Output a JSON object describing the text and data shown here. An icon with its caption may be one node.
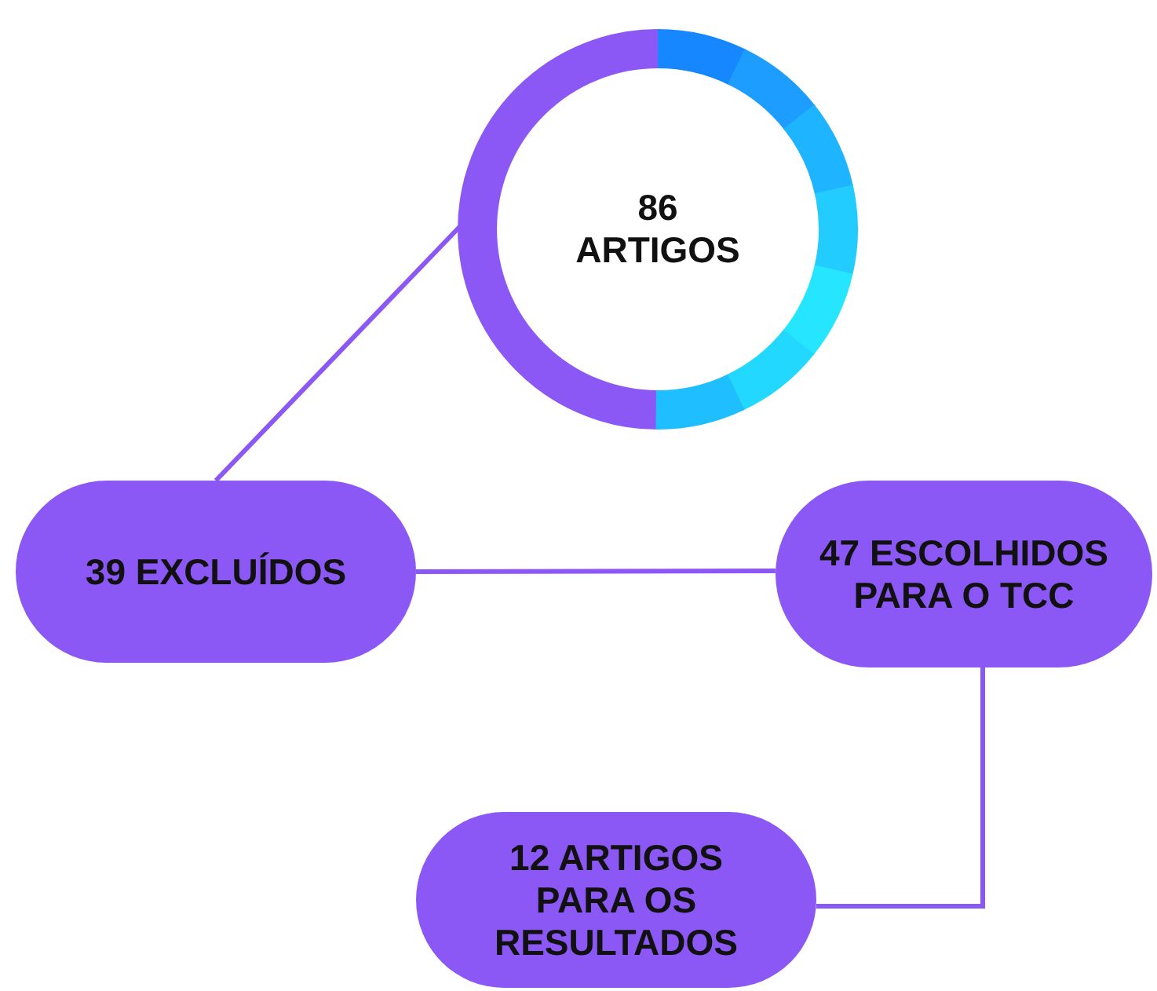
{
  "diagram": {
    "nodes": [
      {
        "text": [
          "86 ARTIGOS"
        ]
      },
      {
        "text": [
          "39 EXCLUÍDOS"
        ]
      },
      {
        "text": [
          "47 ESCOLHIDOS PARA O TCC"
        ]
      },
      {
        "text": [
          "12 ARTIGOS PARA OS RESULTADOS"
        ]
      }
    ],
    "edges": [
      {
        "from": 0,
        "to": 1,
        "arrow": "none"
      },
      {
        "from": 1,
        "to": 2,
        "arrow": "none"
      },
      {
        "from": 2,
        "to": 3,
        "arrow": "none"
      }
    ]
  }
}
